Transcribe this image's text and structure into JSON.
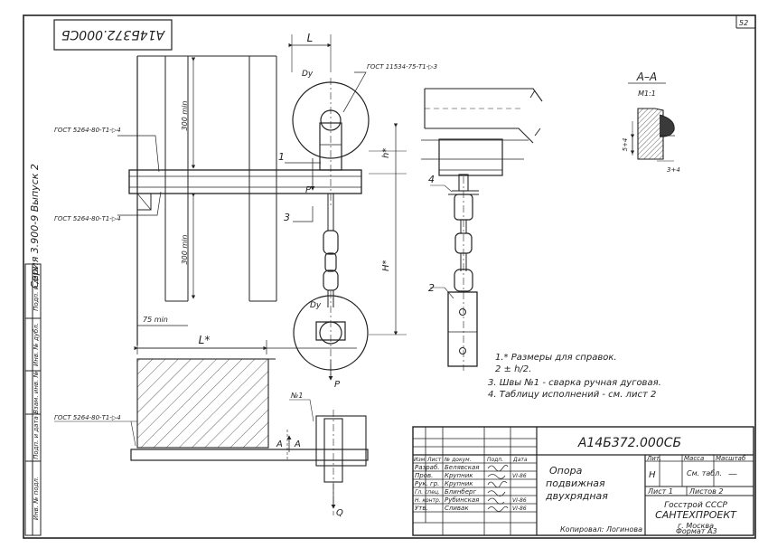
{
  "sheet": {
    "number": "52",
    "designation_rotated": "А14Б372.000СБ",
    "series": "Серия 3.900-9 Выпуск 2",
    "side_column": [
      "Инв. № подл.",
      "Подп. и дата",
      "Взам. инв. №",
      "Инв. № дубл.",
      "Подп. и дата"
    ]
  },
  "front_view": {
    "dim_l": "L",
    "dim_h_small": "h*",
    "dim_h_big": "H*",
    "gost_top": "ГОСТ 11534-75-Т1-▷3",
    "gost_left_upper": "ГОСТ 5264-80-Т1-▷4",
    "gost_left_lower": "ГОСТ 5264-80-Т1-▷4",
    "dim_300_upper": "300 min",
    "dim_300_lower": "300 min",
    "dim_75": "75 min",
    "pipe_upper": "Dy",
    "pipe_lower": "Dy",
    "pos_1": "1",
    "pos_3": "3",
    "force_top": "P",
    "force_bottom": "P"
  },
  "plan_view": {
    "dim_L": "L*",
    "gost": "ГОСТ 5264-80-Т1-▷4",
    "weld": "№1",
    "section_a_left": "А",
    "section_a_right": "А",
    "force_q": "Q"
  },
  "side_view": {
    "pos_4": "4",
    "pos_2": "2"
  },
  "section_aa": {
    "title": "А–А",
    "scale": "М1:1",
    "dim_vert": "5+4",
    "dim_horiz": "3+4"
  },
  "notes": [
    "1.* Размеры для справок.",
    "2 ± h/2.",
    "3. Швы №1 - сварка ручная дуговая.",
    "4. Таблицу исполнений - см. лист 2"
  ],
  "title_block": {
    "designation": "А14Б372.000СБ",
    "name_line1": "Опора",
    "name_line2": "подвижная",
    "name_line3": "двухрядная",
    "col_headers": [
      "Изм.",
      "Лист",
      "№ докум.",
      "Подп.",
      "Дата"
    ],
    "roles": [
      "Разраб.",
      "Пров.",
      "Рук. гр.",
      "Гл. спец.",
      "Н. контр.",
      "Утв."
    ],
    "names": [
      "Белявская",
      "Крупник",
      "Крупник",
      "Блинберг",
      "Рубинская",
      "Сливак"
    ],
    "dates": [
      "",
      "VI-86",
      "",
      "",
      "VI-86",
      "VI-86"
    ],
    "lit_header": "Лит.",
    "mass_header": "Масса",
    "scale_header": "Масштаб",
    "lit_value": "Н",
    "mass_value": "См. табл.",
    "scale_value": "—",
    "sheet_label": "Лист 1",
    "sheets_label": "Листов 2",
    "org_line1": "Госстрой СССР",
    "org_line2": "САНТЕХПРОЕКТ",
    "org_line3": "г. Москва",
    "copied": "Копировал: Логинова",
    "format": "Формат А3"
  }
}
